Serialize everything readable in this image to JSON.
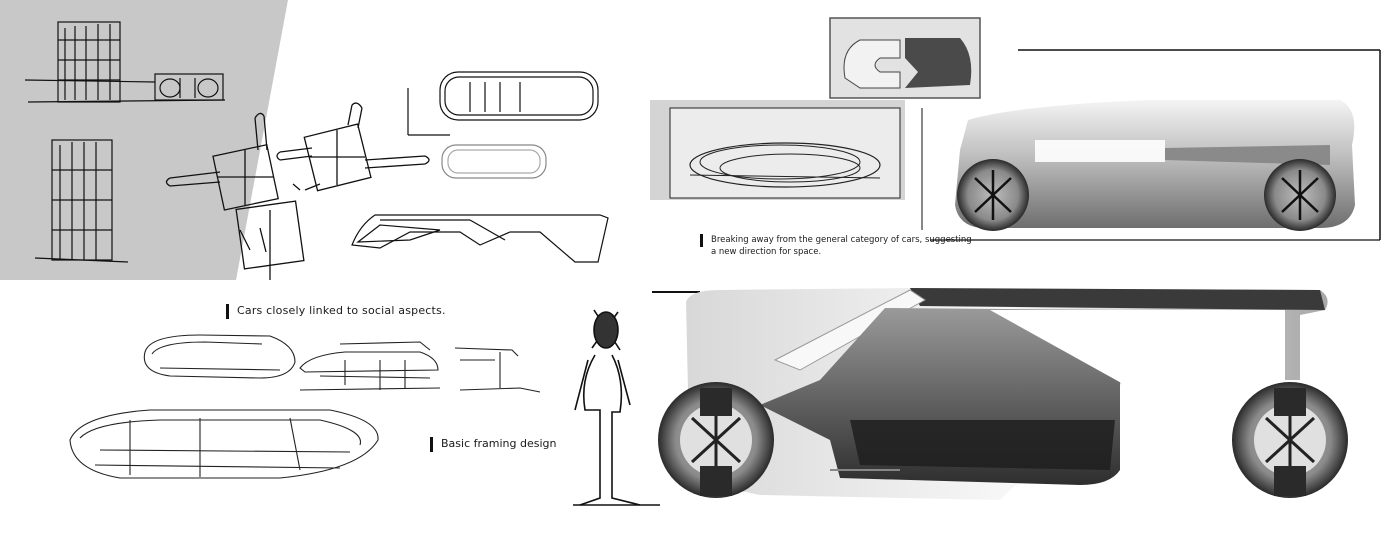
{
  "captions": {
    "social": "Cars closely linked to social aspects.",
    "framing": "Basic framing design",
    "breaking": "Breaking away from the general category of cars, suggesting\na new direction for space."
  },
  "colors": {
    "paper": "#ffffff",
    "grey_panel": "#c9c9c9",
    "ink": "#1a1a1a",
    "render_dark": "#3a3a3a",
    "render_light": "#e8e8e8"
  }
}
